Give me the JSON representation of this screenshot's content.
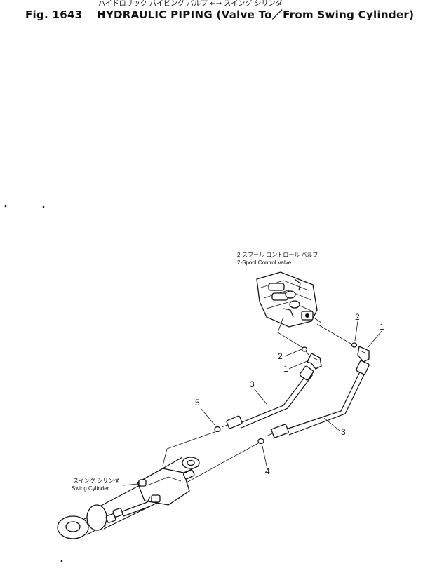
{
  "header": {
    "japanese_title": "ハイドロリック パイピング バルブ ←→ スイング シリンダ",
    "figure_number": "Fig. 1643",
    "title": "HYDRAULIC PIPING (Valve To／From Swing Cylinder)"
  },
  "diagram": {
    "valve_label_jp": "2-スプール コントロール バルブ",
    "valve_label_en": "2-Spool Control Valve",
    "cylinder_label_jp": "スイング シリンダ",
    "cylinder_label_en": "Swing Cylinder",
    "callouts": {
      "c1a": "1",
      "c1b": "1",
      "c2a": "2",
      "c2b": "2",
      "c3a": "3",
      "c3b": "3",
      "c4": "4",
      "c5": "5"
    }
  }
}
